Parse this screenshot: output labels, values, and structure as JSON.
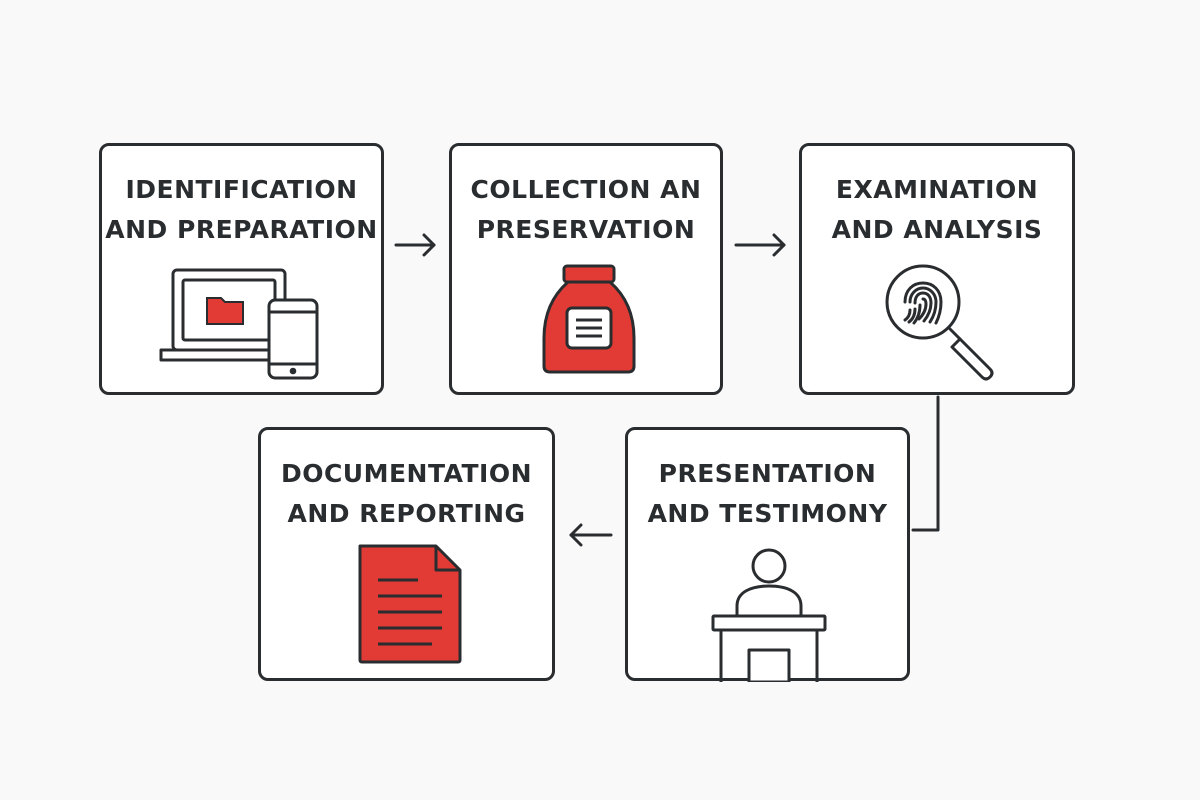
{
  "colors": {
    "accent": "#e23b35",
    "stroke": "#2a2d30",
    "background": "#f9f9f9",
    "box_fill": "#ffffff"
  },
  "steps": [
    {
      "line1": "IDENTIFICATION",
      "line2": "AND PREPARATION",
      "icon": "laptop-phone-folder-icon"
    },
    {
      "line1": "COLLECTION AN",
      "line2": "PRESERVATION",
      "icon": "evidence-bag-icon"
    },
    {
      "line1": "EXAMINATION",
      "line2": "AND ANALYSIS",
      "icon": "fingerprint-magnifier-icon"
    },
    {
      "line1": "PRESENTATION",
      "line2": "AND TESTIMONY",
      "icon": "witness-stand-icon"
    },
    {
      "line1": "DOCUMENTATION",
      "line2": "AND REPORTING",
      "icon": "report-document-icon"
    }
  ]
}
